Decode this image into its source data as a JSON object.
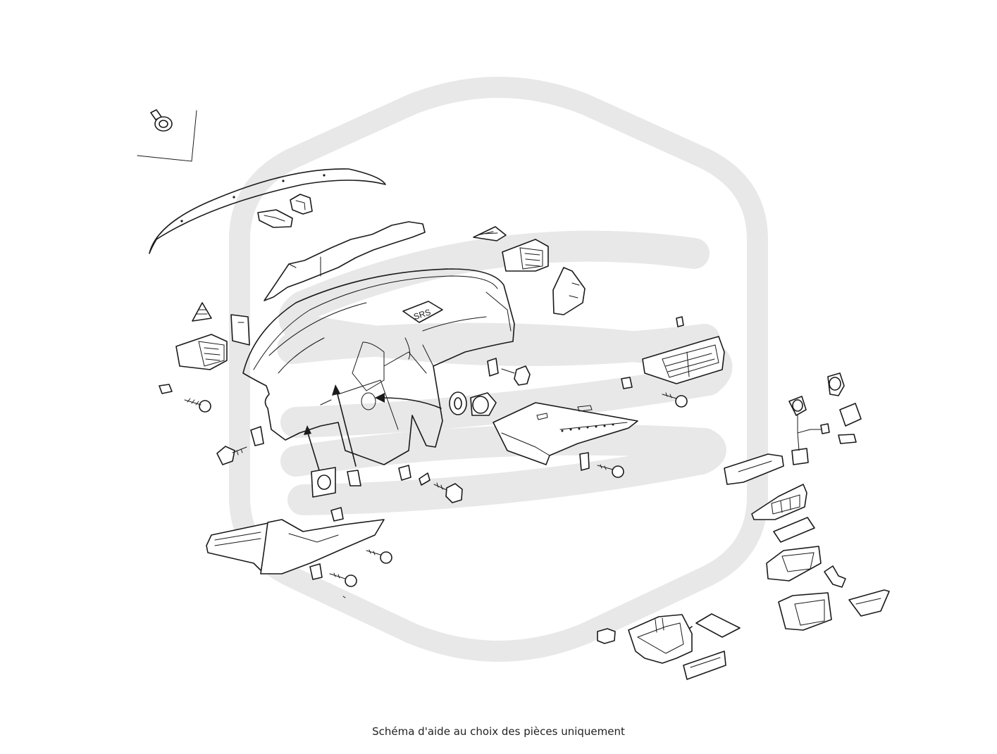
{
  "caption": "Schéma d'aide au choix des pièces uniquement",
  "labels": {
    "srs": "SRS"
  },
  "colors": {
    "line": "#1a1a1a",
    "watermark": "#e8e8e8",
    "background": "#ffffff"
  },
  "icons": {
    "watermark": "hexagon-s-logo"
  }
}
